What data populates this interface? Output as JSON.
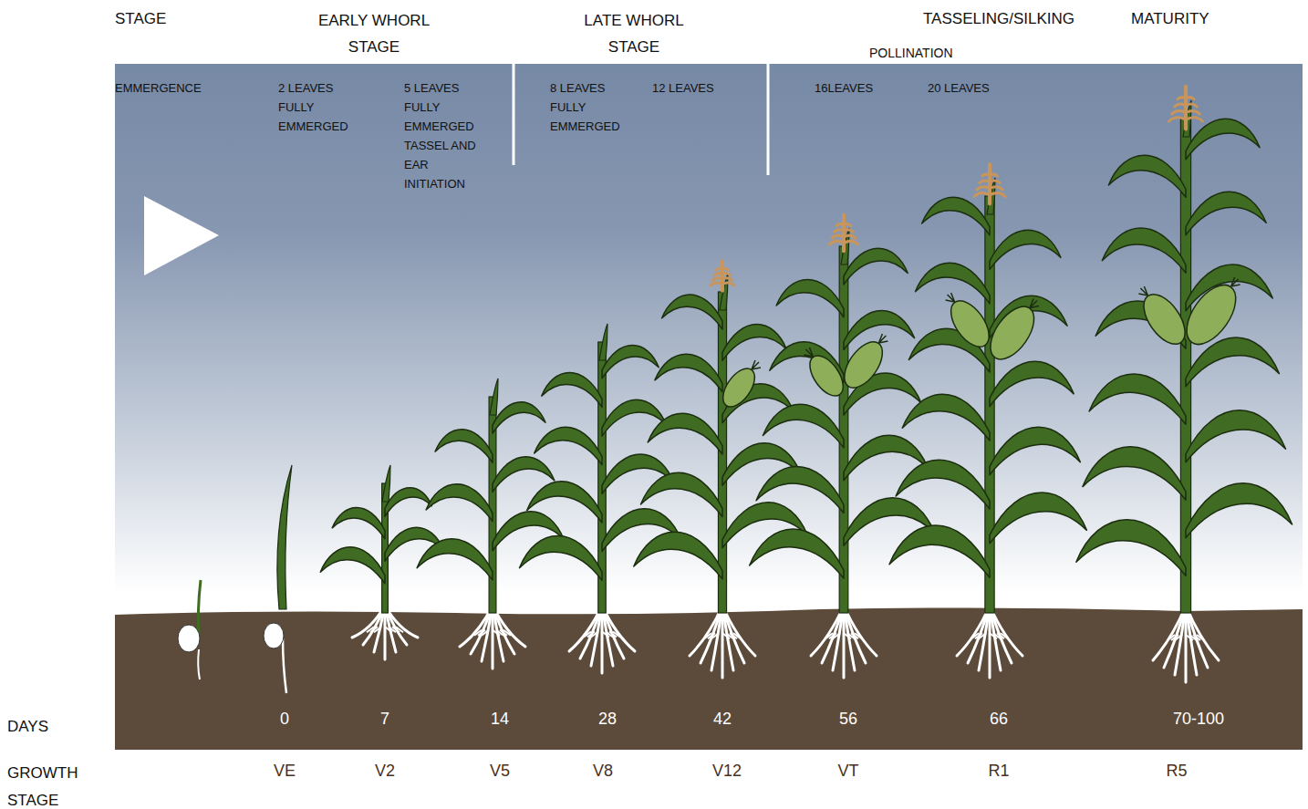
{
  "diagram": {
    "labels": [
      "STAGE",
      "EARLY WHORL STAGE",
      "LATE WHORL STAGE",
      "TASSELING/SILKING",
      "MATURITY",
      "POLLINATION",
      "EMMERGENCE",
      "2 LEAVES FULLY EMMERGED",
      "5 LEAVES FULLY EMMERGED TASSEL AND EAR INITIATION",
      "8 LEAVES FULLY EMMERGED",
      "12 LEAVES",
      "16LEAVES",
      "20 LEAVES",
      "DAYS",
      "0",
      "7",
      "14",
      "28",
      "42",
      "56",
      "66",
      "70-100",
      "GROWTH STAGE",
      "VE",
      "V2",
      "V5",
      "V8",
      "V12",
      "VT",
      "R1",
      "R5"
    ]
  }
}
